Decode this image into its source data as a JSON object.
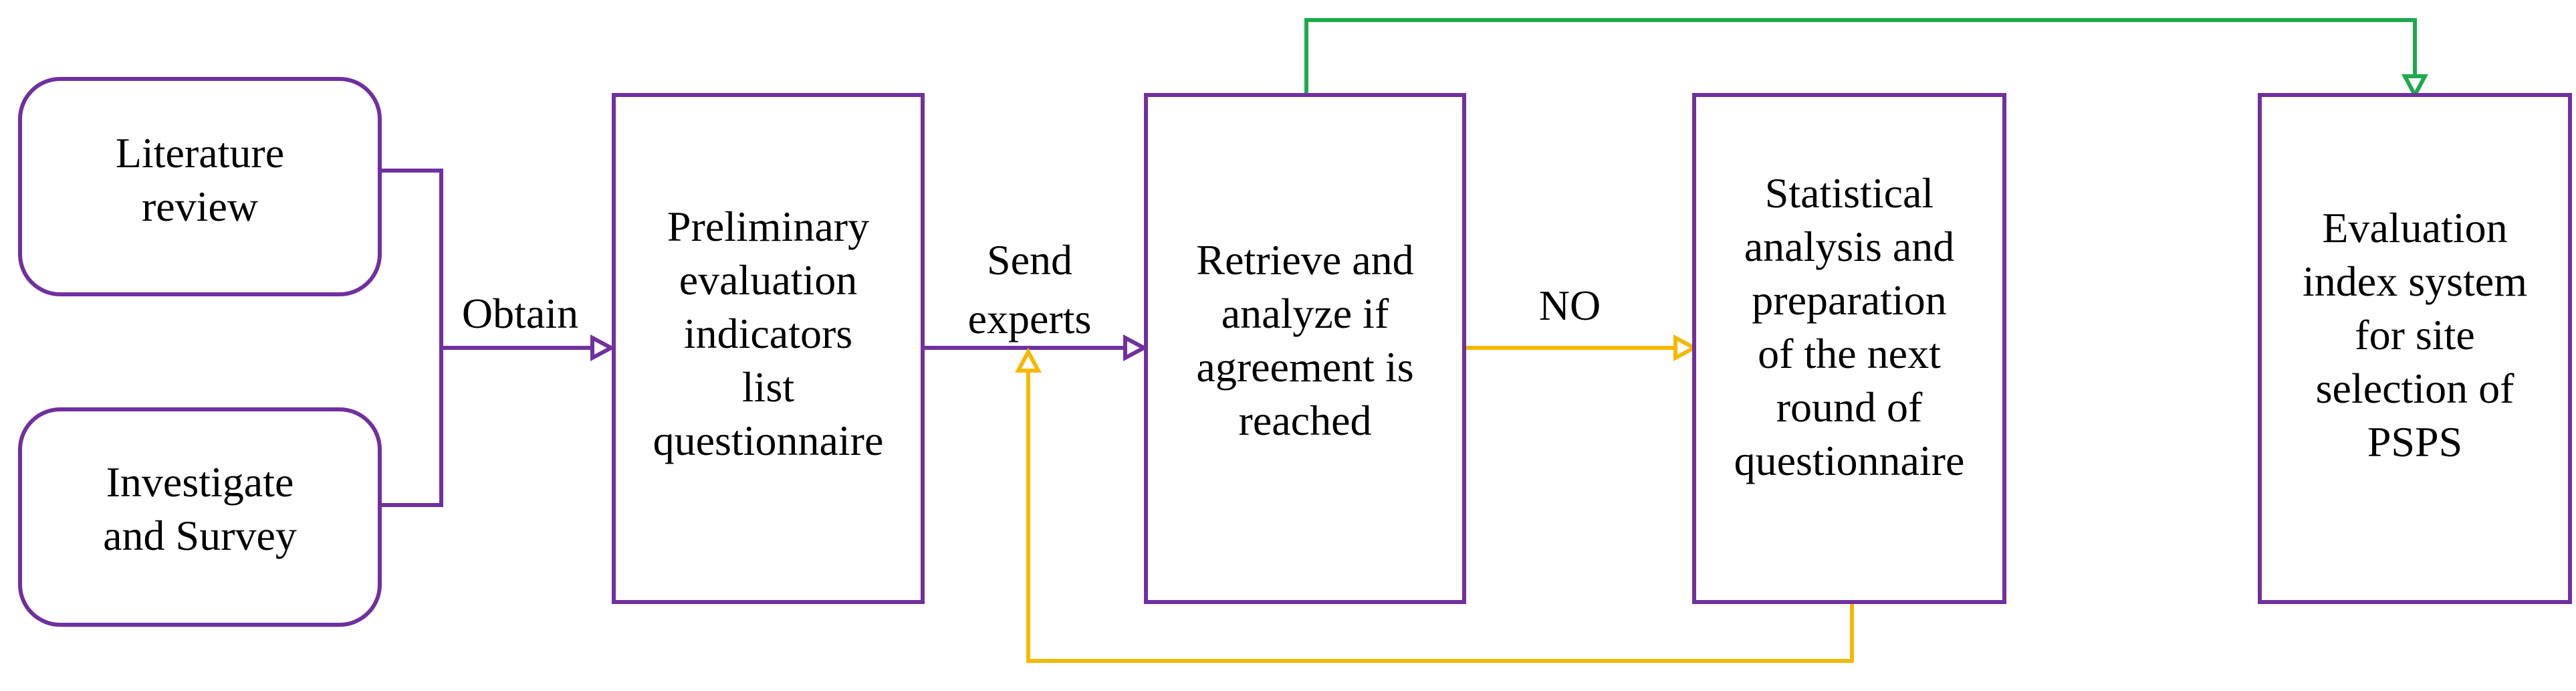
{
  "colors": {
    "box_stroke": "#7030A0",
    "arrow_primary": "#7030A0",
    "arrow_no": "#F5B800",
    "arrow_yes": "#1DAA4D",
    "text": "#000000",
    "background": "#FFFFFF"
  },
  "nodes": {
    "literature_review": {
      "lines": [
        "Literature",
        "review"
      ]
    },
    "investigate_survey": {
      "lines": [
        "Investigate",
        "and Survey"
      ]
    },
    "preliminary": {
      "lines": [
        "Preliminary",
        "evaluation",
        "indicators",
        "list",
        "questionnaire"
      ]
    },
    "retrieve": {
      "lines": [
        "Retrieve and",
        "analyze if",
        "agreement is",
        "reached"
      ]
    },
    "statistical": {
      "lines": [
        "Statistical",
        "analysis and",
        "preparation",
        "of the next",
        "round of",
        "questionnaire"
      ]
    },
    "evaluation_index": {
      "lines": [
        "Evaluation",
        "index system",
        "for site",
        "selection of",
        "PSPS"
      ]
    }
  },
  "labels": {
    "obtain": "Obtain",
    "send_experts": [
      "Send",
      "experts"
    ],
    "no": "NO"
  }
}
